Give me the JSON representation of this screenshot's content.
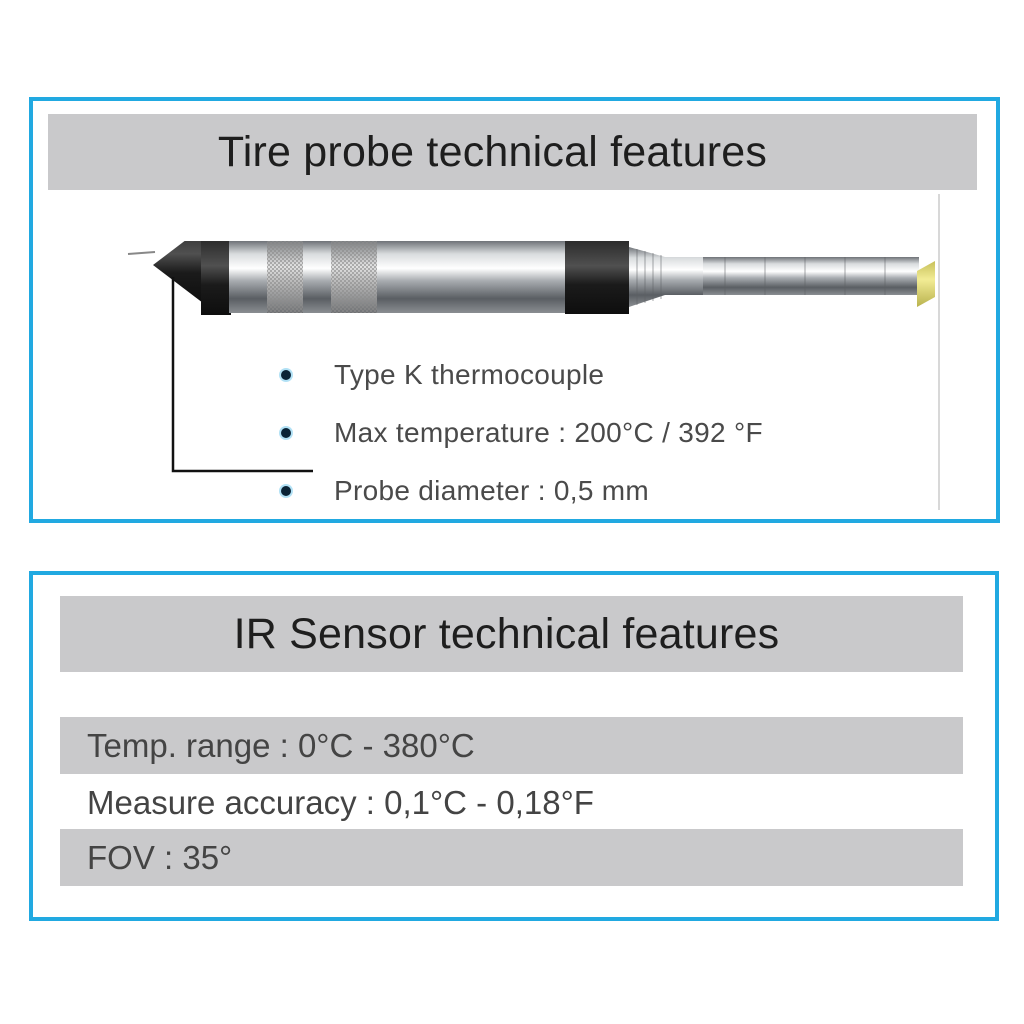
{
  "colors": {
    "accent": "#21a9e1",
    "bar": "#c9c9cb",
    "bullet": "#0a2336",
    "cable": "#e9e07a"
  },
  "probe_panel": {
    "title": "Tire probe technical features",
    "image": {
      "icon": "tire-probe-illustration"
    },
    "features": [
      "Type K  thermocouple",
      "Max temperature : 200°C / 392 °F",
      "Probe diameter : 0,5 mm"
    ]
  },
  "ir_panel": {
    "title": "IR Sensor technical features",
    "rows": [
      "Temp. range : 0°C - 380°C",
      "Measure accuracy : 0,1°C - 0,18°F",
      "FOV : 35°"
    ]
  }
}
